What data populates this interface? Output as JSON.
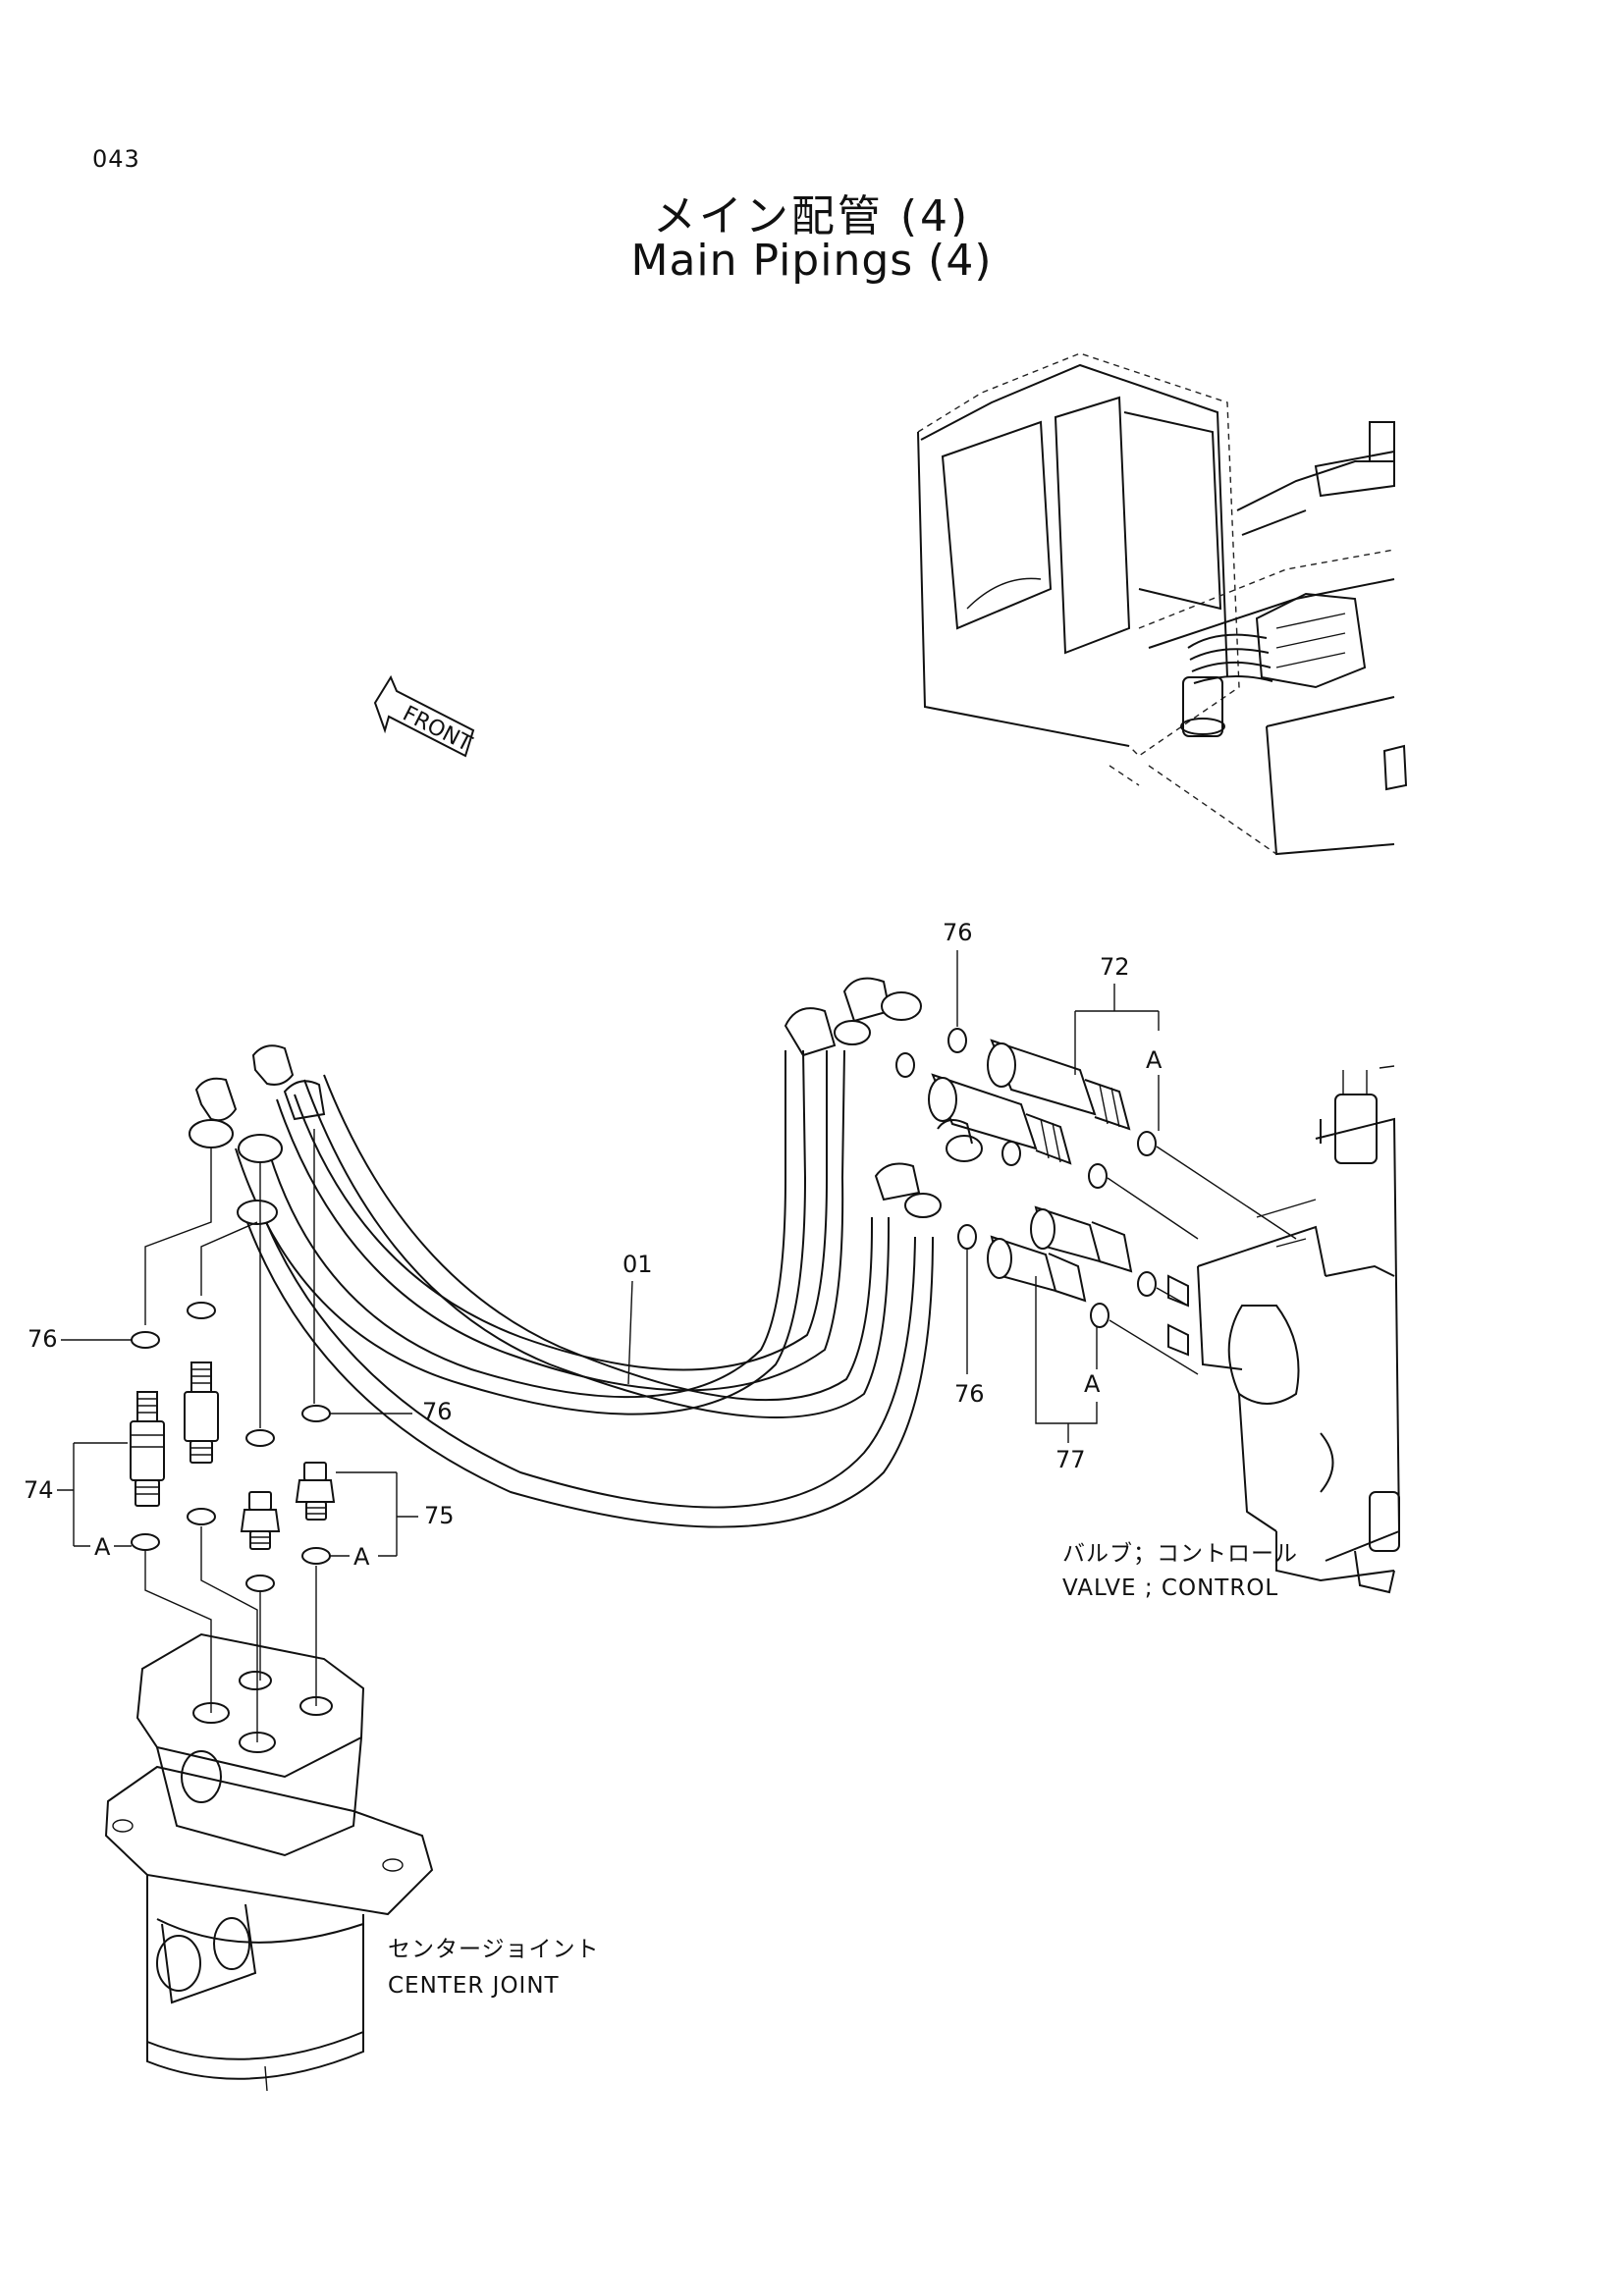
{
  "page_number": "043",
  "title": {
    "jp": "メイン配管 (4)",
    "en": "Main Pipings (4)"
  },
  "front_arrow": "FRONT",
  "callouts": {
    "hose": "01",
    "adapter_pair_top": "72",
    "adapter_left_a": "74",
    "adapter_left_b": "75",
    "adapter_pair_bottom": "77",
    "oring": "76",
    "section_ref": "A"
  },
  "components": {
    "valve_jp": "バルブ；コントロール",
    "valve_en": "VALVE ; CONTROL",
    "center_joint_jp": "センタージョイント",
    "center_joint_en": "CENTER  JOINT"
  }
}
